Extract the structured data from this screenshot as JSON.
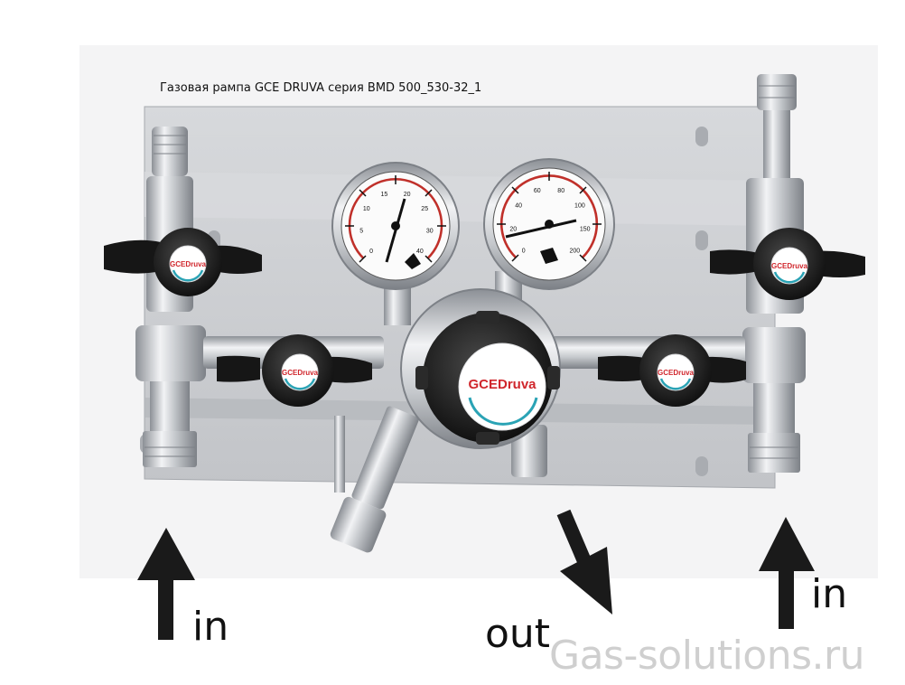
{
  "caption": "Газовая рампа GCE DRUVA серия BMD 500_530-32_1",
  "labels": {
    "in_left": "in",
    "out": "out",
    "in_right": "in"
  },
  "watermark": "Gas-solutions.ru",
  "brand_logo": "GCEDruva",
  "gauge_left": {
    "ticks": [
      "0",
      "5",
      "10",
      "15",
      "20",
      "25",
      "30",
      "40"
    ]
  },
  "gauge_right": {
    "ticks": [
      "0",
      "20",
      "40",
      "60",
      "80",
      "100",
      "150",
      "200"
    ]
  },
  "colors": {
    "panel": "#c9cbcf",
    "steel": "#b8bbc1",
    "handle": "#1a1a1a",
    "arrow": "#1a1a1a",
    "gauge_scale": "#c0302a",
    "logo_red": "#d0262c",
    "logo_teal": "#2aa3b5"
  }
}
